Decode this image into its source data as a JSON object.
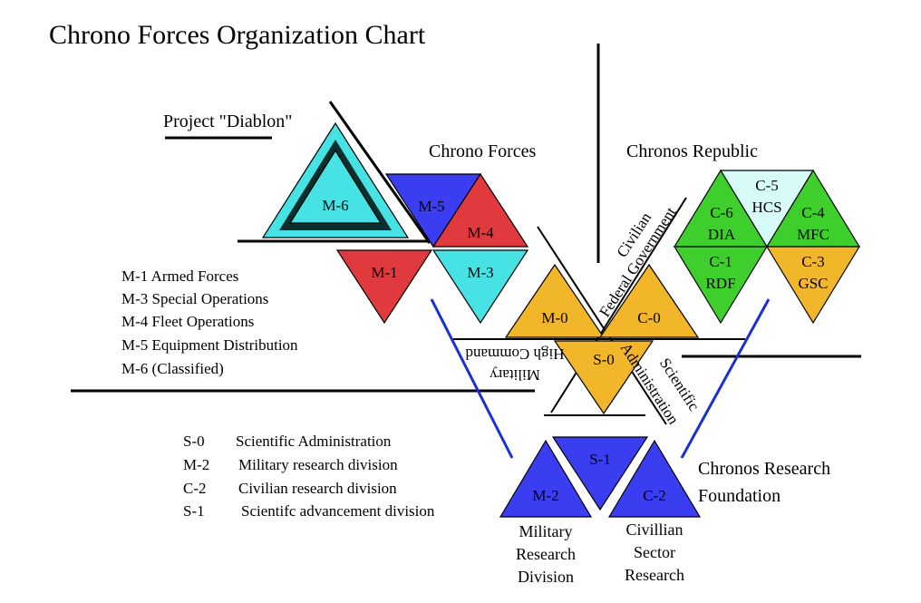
{
  "title": "Chrono Forces Organization Chart",
  "colors": {
    "yellow": "#f2b62b",
    "red": "#e03a3f",
    "blue": "#3a3ef0",
    "cyan": "#47e2e3",
    "green": "#3fcf2c",
    "lightcyan": "#d6fbf9",
    "blueline": "#1a2fd6"
  },
  "labels": {
    "project": "Project \"Diablon\"",
    "chrono_forces": "Chrono Forces",
    "chronos_republic": "Chronos Republic",
    "research_foundation_1": "Chronos Research",
    "research_foundation_2": "Foundation",
    "civilian": "Civilian",
    "federal_government": "Federal Government",
    "high_command": "High Command",
    "military": "Military",
    "scientific": "Scientific",
    "administration": "Administration"
  },
  "units": {
    "m0": "M-0",
    "c0": "C-0",
    "s0": "S-0",
    "m1": "M-1",
    "m3": "M-3",
    "m4": "M-4",
    "m5": "M-5",
    "m6": "M-6",
    "c6": "C-6",
    "c6b": "DIA",
    "c5": "C-5",
    "c5b": "HCS",
    "c4": "C-4",
    "c4b": "MFC",
    "c1": "C-1",
    "c1b": "RDF",
    "c3": "C-3",
    "c3b": "GSC",
    "m2": "M-2",
    "s1": "S-1",
    "c2": "C-2"
  },
  "legend_m": [
    "M-1 Armed Forces",
    "M-3 Special Operations",
    "M-4 Fleet Operations",
    "M-5 Equipment Distribution",
    "M-6 (Classified)"
  ],
  "legend_s": [
    {
      "code": "S-0",
      "desc": "Scientific Administration"
    },
    {
      "code": "M-2",
      "desc": "Military research division"
    },
    {
      "code": "C-2",
      "desc": "Civilian research division"
    },
    {
      "code": "S-1",
      "desc": "Scientifc advancement division"
    }
  ],
  "captions": {
    "mil_1": "Military",
    "mil_2": "Research",
    "mil_3": "Division",
    "civ_1": "Civillian",
    "civ_2": "Sector",
    "civ_3": "Research"
  }
}
